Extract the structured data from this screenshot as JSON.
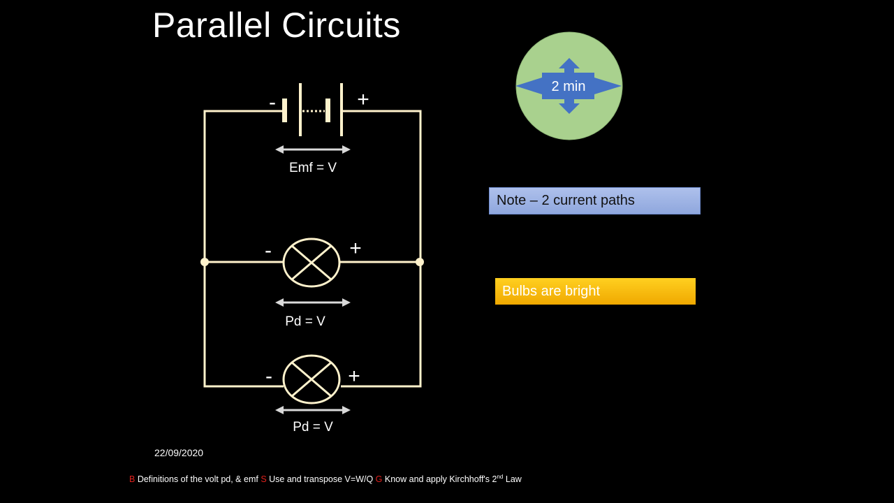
{
  "title": "Parallel Circuits",
  "timer": {
    "label": "2 min",
    "circle_color": "#a9d18e",
    "arrow_color": "#4472c4"
  },
  "circuit": {
    "battery": {
      "neg_symbol": "-",
      "pos_symbol": "+",
      "label": "Emf = V"
    },
    "bulb1": {
      "neg_symbol": "-",
      "pos_symbol": "+",
      "label": "Pd = V"
    },
    "bulb2": {
      "neg_symbol": "-",
      "pos_symbol": "+",
      "label": "Pd = V"
    },
    "wire_color": "#fff2cc"
  },
  "notes": {
    "paths": "Note – 2 current paths",
    "bulbs": "Bulbs are bright"
  },
  "date": "22/09/2020",
  "footer": {
    "b_letter": "B",
    "b_text": "Definitions of the volt pd, & emf",
    "s_letter": "S",
    "s_text": "Use and transpose V=W/Q",
    "g_letter": "G",
    "g_text_pre": "Know and apply Kirchhoff's 2",
    "g_sup": "nd",
    "g_text_post": "Law"
  }
}
